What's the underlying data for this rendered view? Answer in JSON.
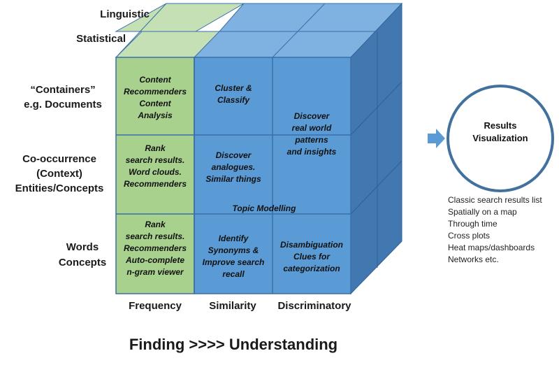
{
  "depth_labels": [
    "Linguistic",
    "Statistical"
  ],
  "row_labels": [
    [
      "“Containers”",
      "e.g. Documents"
    ],
    [
      "Co-occurrence",
      "(Context)",
      "Entities/Concepts"
    ],
    [
      "Words",
      "Concepts"
    ]
  ],
  "column_labels": [
    "Frequency",
    "Similarity",
    "Discriminatory"
  ],
  "cells": {
    "frequency_containers": [
      "Content",
      "Recommenders",
      "Content",
      "Analysis"
    ],
    "frequency_cooccurrence": [
      "Rank",
      "search results.",
      "Word clouds.",
      "Recommenders"
    ],
    "frequency_words": [
      "Rank",
      "search results.",
      "Recommenders",
      "Auto-complete",
      "n-gram viewer"
    ],
    "similarity_containers": [
      "Cluster &",
      "Classify"
    ],
    "similarity_cooccurrence": [
      "Discover",
      "analogues.",
      "Similar things"
    ],
    "similarity_words": [
      "Identify",
      "Synonyms &",
      "Improve search",
      "recall"
    ],
    "discriminatory_upper": [
      "Discover",
      "real world",
      "patterns",
      "and insights"
    ],
    "discriminatory_words": [
      "Disambiguation",
      "Clues for",
      "categorization"
    ],
    "topic_modelling": "Topic Modelling"
  },
  "footer": "Finding >>>> Understanding",
  "results": {
    "title_lines": [
      "Results",
      "Visualization"
    ],
    "list": [
      "Classic search results list",
      "Spatially on a map",
      "Through time",
      "Cross plots",
      "Heat maps/dashboards",
      "Networks etc."
    ]
  },
  "colors": {
    "green_front": "#a9d18e",
    "green_top": "#c5e0b4",
    "blue_front": "#5b9bd5",
    "blue_top": "#7fb2e0",
    "blue_side": "#4178b0",
    "grid_line": "#3a6fa8",
    "circle_stroke": "#41719c",
    "arrow": "#5b9bd5"
  }
}
